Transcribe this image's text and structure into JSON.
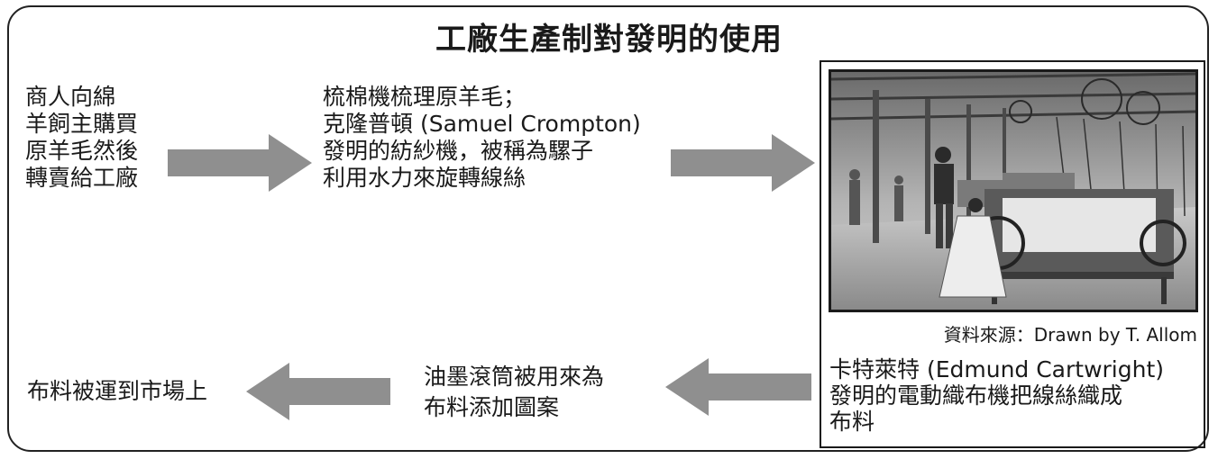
{
  "title": "工廠生產制對發明的使用",
  "steps": {
    "merchant": [
      "商人向綿",
      "羊飼主購買",
      "原羊毛然後",
      "轉賣給工廠"
    ],
    "carding": [
      "梳棉機梳理原羊毛；",
      "克隆普頓 (Samuel Crompton)",
      "發明的紡紗機，被稱為騾子",
      "利用水力來旋轉線絲"
    ],
    "powerloom": [
      "卡特萊特 (Edmund Cartwright)",
      "發明的電動織布機把線絲織成",
      "布料"
    ],
    "printing": [
      "油墨滾筒被用來為",
      "布料添加圖案"
    ],
    "market": [
      "布料被運到市場上"
    ]
  },
  "image": {
    "subject": "power-loom-weaving-illustration",
    "source": "資料來源：Drawn by T. Allom"
  },
  "colors": {
    "arrow": "#8f8f8f",
    "border": "#222222",
    "text": "#1a1a1a"
  }
}
